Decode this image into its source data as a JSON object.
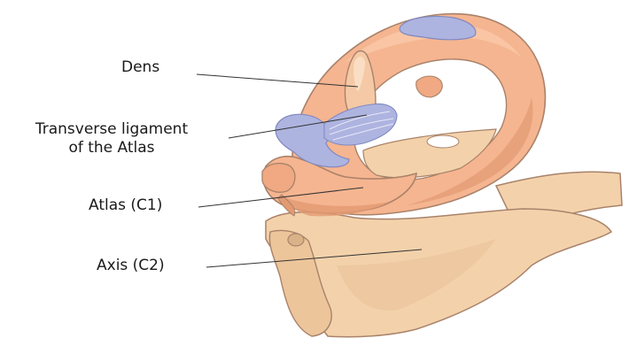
{
  "labels": {
    "dens": "Dens",
    "transverse_ligament_line1": "Transverse ligament",
    "transverse_ligament_line2": "of the Atlas",
    "atlas": "Atlas (C1)",
    "axis": "Axis (C2)"
  },
  "colors": {
    "atlas_bone": "#f5b590",
    "atlas_shadow": "#e39a72",
    "axis_bone": "#f3d2ab",
    "axis_shadow": "#d9b287",
    "cartilage": "#aeb4e0",
    "outline": "#a9826a",
    "leader_line": "#333333"
  }
}
